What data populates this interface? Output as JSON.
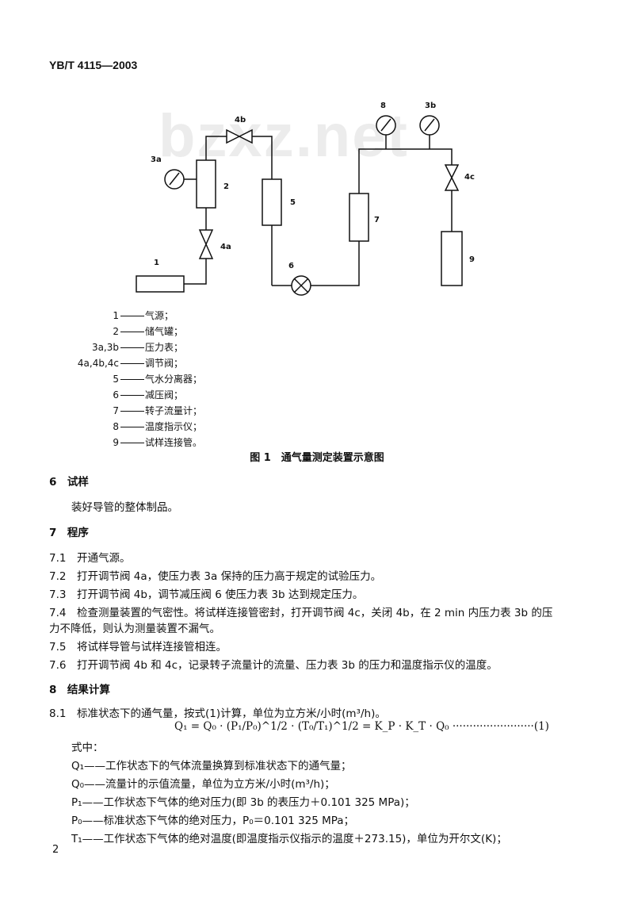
{
  "header": {
    "code": "YB/T 4115—2003"
  },
  "watermark": "bzxz.net",
  "figure": {
    "labels": {
      "l1": "1",
      "l2": "2",
      "l3a": "3a",
      "l3b": "3b",
      "l4a": "4a",
      "l4b": "4b",
      "l4c": "4c",
      "l5": "5",
      "l6": "6",
      "l7": "7",
      "l8": "8",
      "l9": "9"
    },
    "legend": [
      {
        "num": "1",
        "text": "气源；"
      },
      {
        "num": "2",
        "text": "储气罐；"
      },
      {
        "num": "3a,3b",
        "text": "压力表；"
      },
      {
        "num": "4a,4b,4c",
        "text": "调节阀；"
      },
      {
        "num": "5",
        "text": "气水分离器；"
      },
      {
        "num": "6",
        "text": "减压阀；"
      },
      {
        "num": "7",
        "text": "转子流量计；"
      },
      {
        "num": "8",
        "text": "温度指示仪；"
      },
      {
        "num": "9",
        "text": "试样连接管。"
      }
    ],
    "caption": "图 1　通气量测定装置示意图"
  },
  "sections": {
    "s6_title": "6　试样",
    "s6_body": "装好导管的整体制品。",
    "s7_title": "7　程序",
    "s7_1": "7.1　开通气源。",
    "s7_2": "7.2　打开调节阀 4a，使压力表 3a 保持的压力高于规定的试验压力。",
    "s7_3": "7.3　打开调节阀 4b，调节减压阀 6 使压力表 3b 达到规定压力。",
    "s7_4a": "7.4　检查测量装置的气密性。将试样连接管密封，打开调节阀 4c，关闭 4b，在 2 min 内压力表 3b 的压",
    "s7_4b": "力不降低，则认为测量装置不漏气。",
    "s7_5": "7.5　将试样导管与试样连接管相连。",
    "s7_6": "7.6　打开调节阀 4b 和 4c，记录转子流量计的流量、压力表 3b 的压力和温度指示仪的温度。",
    "s8_title": "8　结果计算",
    "s8_1": "8.1　标准状态下的通气量，按式(1)计算，单位为立方米/小时(m³/h)。",
    "formula": "Q₁ = Q₀ · (P₁/P₀)^1/2 · (T₀/T₁)^1/2 = K_P · K_T · Q₀ ························(1)",
    "where": "式中：",
    "q1": "Q₁——工作状态下的气体流量换算到标准状态下的通气量；",
    "q0": "Q₀——流量计的示值流量，单位为立方米/小时(m³/h)；",
    "p1": "P₁——工作状态下气体的绝对压力(即 3b 的表压力＋0.101 325 MPa)；",
    "p0": "P₀——标准状态下气体的绝对压力，P₀＝0.101 325 MPa；",
    "t1": "T₁——工作状态下气体的绝对温度(即温度指示仪指示的温度＋273.15)，单位为开尔文(K)；"
  },
  "footer": {
    "page": "2"
  }
}
